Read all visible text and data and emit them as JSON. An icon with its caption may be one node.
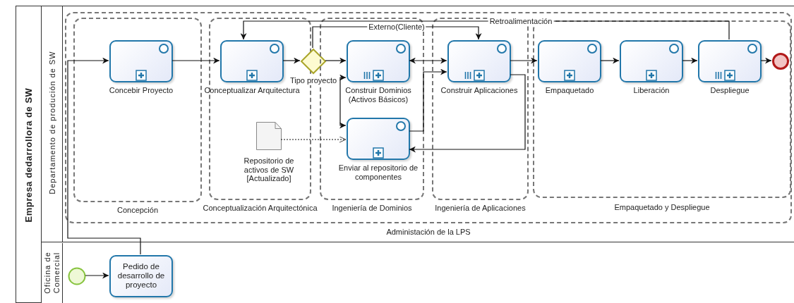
{
  "diagram": {
    "nodes": [
      {
        "text": [
          "Empresa dedarrollora de SW"
        ]
      },
      {
        "text": [
          "Departamento de produción de SW"
        ],
        "in": 0
      },
      {
        "text": [
          "Administación de la LPS"
        ],
        "in": 1
      },
      {
        "text": [
          "Concepción"
        ],
        "in": 2
      },
      {
        "text": [
          "Concebir Proyecto"
        ],
        "in": 3
      },
      {
        "text": [
          "Conceptualización Arquitectónica"
        ],
        "in": 2
      },
      {
        "text": [
          "Conceptualizar Arquitectura"
        ],
        "in": 5
      },
      {
        "text": [
          "Tipo proyecto"
        ],
        "in": 2
      },
      {
        "text": [
          "Repositorio de activos de SW [Actualizado]"
        ],
        "in": 5
      },
      {
        "text": [
          "Ingeniería de Dominios"
        ],
        "in": 2
      },
      {
        "text": [
          "Construir Dominios (Activos Básicos)"
        ],
        "in": 9
      },
      {
        "text": [
          "Enviar al repositorio de componentes"
        ],
        "in": 9
      },
      {
        "text": [
          "Ingeniería de Aplicaciones"
        ],
        "in": 2
      },
      {
        "text": [
          "Construir Aplicaciones"
        ],
        "in": 12
      },
      {
        "text": [
          "Empaquetado y Despliegue"
        ],
        "in": 2
      },
      {
        "text": [
          "Empaquetado"
        ],
        "in": 14
      },
      {
        "text": [
          "Liberación"
        ],
        "in": 14
      },
      {
        "text": [
          "Despliegue"
        ],
        "in": 14
      },
      {
        "text": [],
        "shape": "circle",
        "in": 14
      },
      {
        "text": [
          "Oficina de Comercial"
        ],
        "in": 0
      },
      {
        "text": [],
        "shape": "circle",
        "in": 19
      },
      {
        "text": [
          "Pedido de desarrollo de proyecto"
        ],
        "in": 19
      }
    ],
    "edges": [
      {
        "from": 20,
        "to": 21,
        "arrow": "to"
      },
      {
        "from": 21,
        "to": 4,
        "arrow": "to"
      },
      {
        "from": 4,
        "to": 6,
        "arrow": "to"
      },
      {
        "from": 6,
        "to": 7,
        "arrow": "to"
      },
      {
        "from": 7,
        "to": 10,
        "arrow": "to"
      },
      {
        "from": 7,
        "to": 13,
        "arrow": "to",
        "label": "Externo(Cliente)"
      },
      {
        "from": 10,
        "to": 13,
        "arrow": "both"
      },
      {
        "from": 10,
        "to": 11,
        "arrow": "both"
      },
      {
        "from": 8,
        "to": 11,
        "arrow": "to",
        "style": "dashed"
      },
      {
        "from": 11,
        "to": 13,
        "arrow": "to"
      },
      {
        "from": 13,
        "to": 11,
        "arrow": "to"
      },
      {
        "from": 13,
        "to": 15,
        "arrow": "to"
      },
      {
        "from": 15,
        "to": 16,
        "arrow": "to"
      },
      {
        "from": 16,
        "to": 17,
        "arrow": "to"
      },
      {
        "from": 17,
        "to": 6,
        "arrow": "to",
        "label": "Retroalimentación"
      },
      {
        "from": 17,
        "to": 18,
        "arrow": "to"
      }
    ]
  }
}
